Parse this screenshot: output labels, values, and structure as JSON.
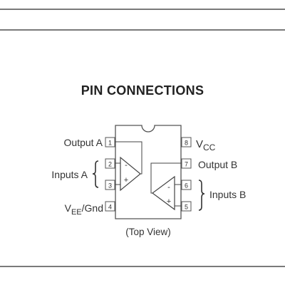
{
  "title": "PIN CONNECTIONS",
  "pins": [
    {
      "number": "1",
      "label": "Output A"
    },
    {
      "number": "2",
      "label": ""
    },
    {
      "number": "3",
      "label": ""
    },
    {
      "number": "4",
      "label_main": "V",
      "label_sub": "EE",
      "label_tail": "/Gnd"
    },
    {
      "number": "5",
      "label": ""
    },
    {
      "number": "6",
      "label": ""
    },
    {
      "number": "7",
      "label": "Output B"
    },
    {
      "number": "8",
      "label_main": "V",
      "label_sub": "CC"
    }
  ],
  "group_labels": {
    "inputs_a": "Inputs A",
    "inputs_b": "Inputs B"
  },
  "opamp_signs": {
    "minus": "-",
    "plus": "+"
  },
  "view_label": "(Top View)"
}
